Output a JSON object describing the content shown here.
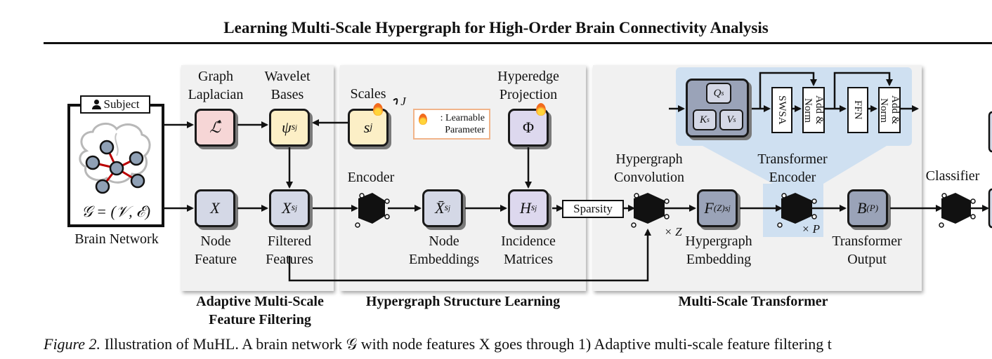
{
  "header": {
    "title": "Learning Multi-Scale Hypergraph for High-Order Brain Connectivity Analysis"
  },
  "input": {
    "subject": "Subject",
    "graph": "𝒢 = (𝒱, ℰ)",
    "caption": "Brain Network"
  },
  "stage1": {
    "laplacian_label": [
      "Graph",
      "Laplacian"
    ],
    "laplacian_symbol": "ℒ̂",
    "wavelet_label": [
      "Wavelet",
      "Bases"
    ],
    "wavelet_symbol": "ψ",
    "wavelet_sub": "s",
    "x_symbol": "X",
    "x_label": [
      "Node",
      "Feature"
    ],
    "filtered_symbol": "X",
    "filtered_sub": "s",
    "filtered_label": [
      "Filtered",
      "Features"
    ],
    "title": [
      "Adaptive Multi-Scale",
      "Feature Filtering"
    ]
  },
  "stage2": {
    "scales_label": "Scales",
    "scales_symbol": "s",
    "scales_count": "J",
    "learnable_text": [
      ": Learnable",
      "Parameter"
    ],
    "projection_label": [
      "Hyperedge",
      "Projection"
    ],
    "projection_symbol": "Φ",
    "encoder_label": "Encoder",
    "embed_symbol": "X̄",
    "embed_sub": "s",
    "embed_label": [
      "Node",
      "Embeddings"
    ],
    "incidence_symbol": "H",
    "incidence_sub": "s",
    "incidence_label": [
      "Incidence",
      "Matrices"
    ],
    "title": "Hypergraph Structure Learning"
  },
  "stage3": {
    "sparsity": "Sparsity",
    "conv_label": [
      "Hypergraph",
      "Convolution"
    ],
    "conv_repeat": "× Z",
    "hyperemb_symbol": "F",
    "hyperemb_sup": "(Z)",
    "hyperemb_sub": "s",
    "hyperemb_label": [
      "Hypergraph",
      "Embedding"
    ],
    "encoder_label": [
      "Transformer",
      "Encoder"
    ],
    "encoder_repeat": "× P",
    "output_symbol": "B",
    "output_sup": "(P)",
    "output_label": [
      "Transformer",
      "Output"
    ],
    "q": "Q",
    "k": "K",
    "v": "V",
    "s": "s",
    "swsa": "SWSA",
    "addnorm": [
      "Add &",
      "Norm"
    ],
    "ffn": "FFN",
    "classifier": "Classifier",
    "title": "Multi-Scale Transformer"
  },
  "caption": {
    "prefix": "Figure 2.",
    "text": "Illustration of MuHL. A brain network 𝒢 with node features X goes through 1) Adaptive multi-scale feature filtering t"
  },
  "colors": {
    "pink": "#f6d6d6",
    "yellow": "#fcefc6",
    "gray": "#d4d8e6",
    "purple": "#ddd8ee",
    "dark": "#9aa3b8",
    "highlight": "#cfe0f1"
  }
}
